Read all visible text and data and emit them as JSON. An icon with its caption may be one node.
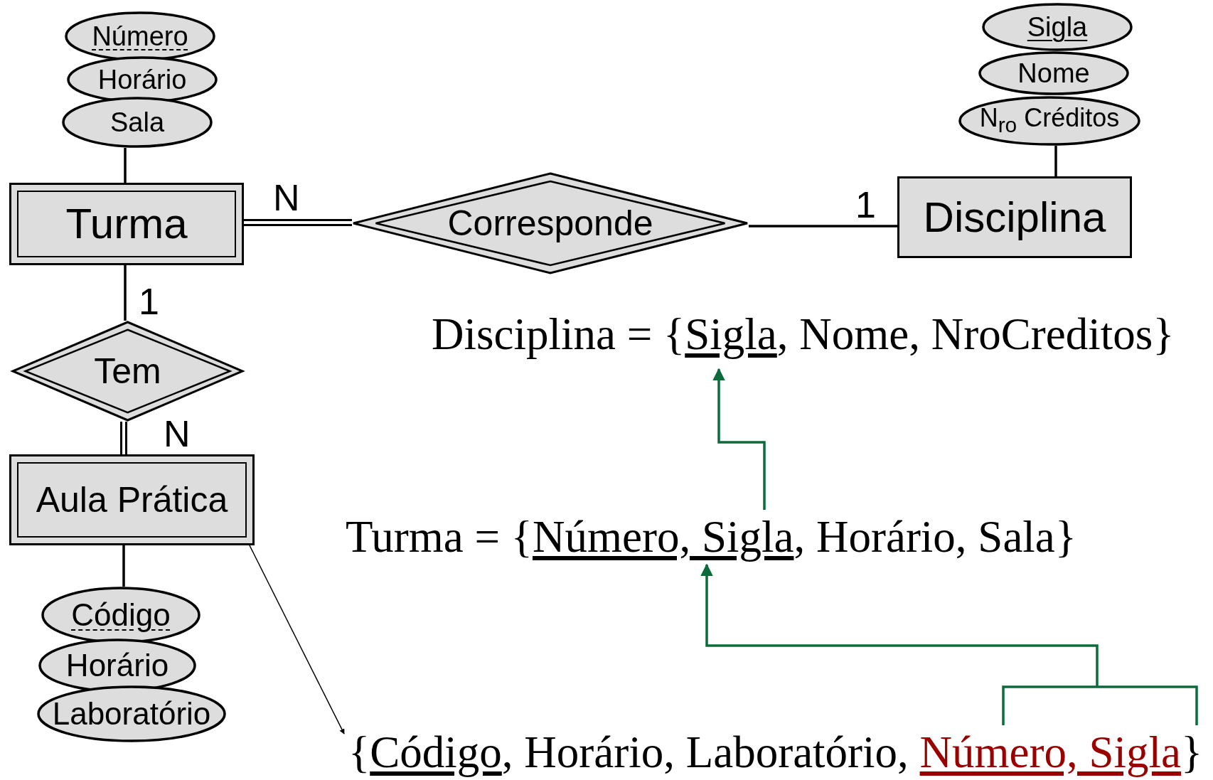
{
  "diagram": {
    "nodes": [
      {
        "text": [
          "Número"
        ]
      },
      {
        "text": [
          "Horário"
        ]
      },
      {
        "text": [
          "Sala"
        ]
      },
      {
        "text": [
          "Turma"
        ]
      },
      {
        "text": [
          "Corresponde"
        ]
      },
      {
        "text": [
          "Disciplina"
        ]
      },
      {
        "text": [
          "Sigla"
        ]
      },
      {
        "text": [
          "Nome"
        ]
      },
      {
        "text": [
          "N$_{ro}$ Créditos"
        ]
      },
      {
        "text": [
          "Tem"
        ]
      },
      {
        "text": [
          "Aula Prática"
        ]
      },
      {
        "text": [
          "Código"
        ]
      },
      {
        "text": [
          "Horário"
        ]
      },
      {
        "text": [
          "Laboratório"
        ]
      },
      {
        "text": [
          "Disciplina = {Sigla, Nome, NroCreditos}"
        ]
      },
      {
        "text": [
          "Turma = {Número, Sigla, Horário, Sala}"
        ]
      },
      {
        "text": [
          "{Código, Horário, Laboratório, Número, Sigla}"
        ]
      }
    ],
    "edges": [
      {
        "from": 2,
        "to": 3,
        "arrow": "none"
      },
      {
        "from": 3,
        "to": 4,
        "arrow": "none",
        "label": "N",
        "style": "thick"
      },
      {
        "from": 4,
        "to": 5,
        "arrow": "none",
        "label": "1"
      },
      {
        "from": 8,
        "to": 5,
        "arrow": "none"
      },
      {
        "from": 3,
        "to": 9,
        "arrow": "none",
        "label": "1"
      },
      {
        "from": 9,
        "to": 10,
        "arrow": "none",
        "label": "N",
        "style": "thick"
      },
      {
        "from": 10,
        "to": 11,
        "arrow": "none"
      },
      {
        "from": 10,
        "to": 16,
        "arrow": "to"
      },
      {
        "from": 15,
        "to": 14,
        "arrow": "to",
        "color": "#0b6b3a"
      },
      {
        "from": 16,
        "to": 15,
        "arrow": "to",
        "color": "#0b6b3a"
      }
    ]
  }
}
